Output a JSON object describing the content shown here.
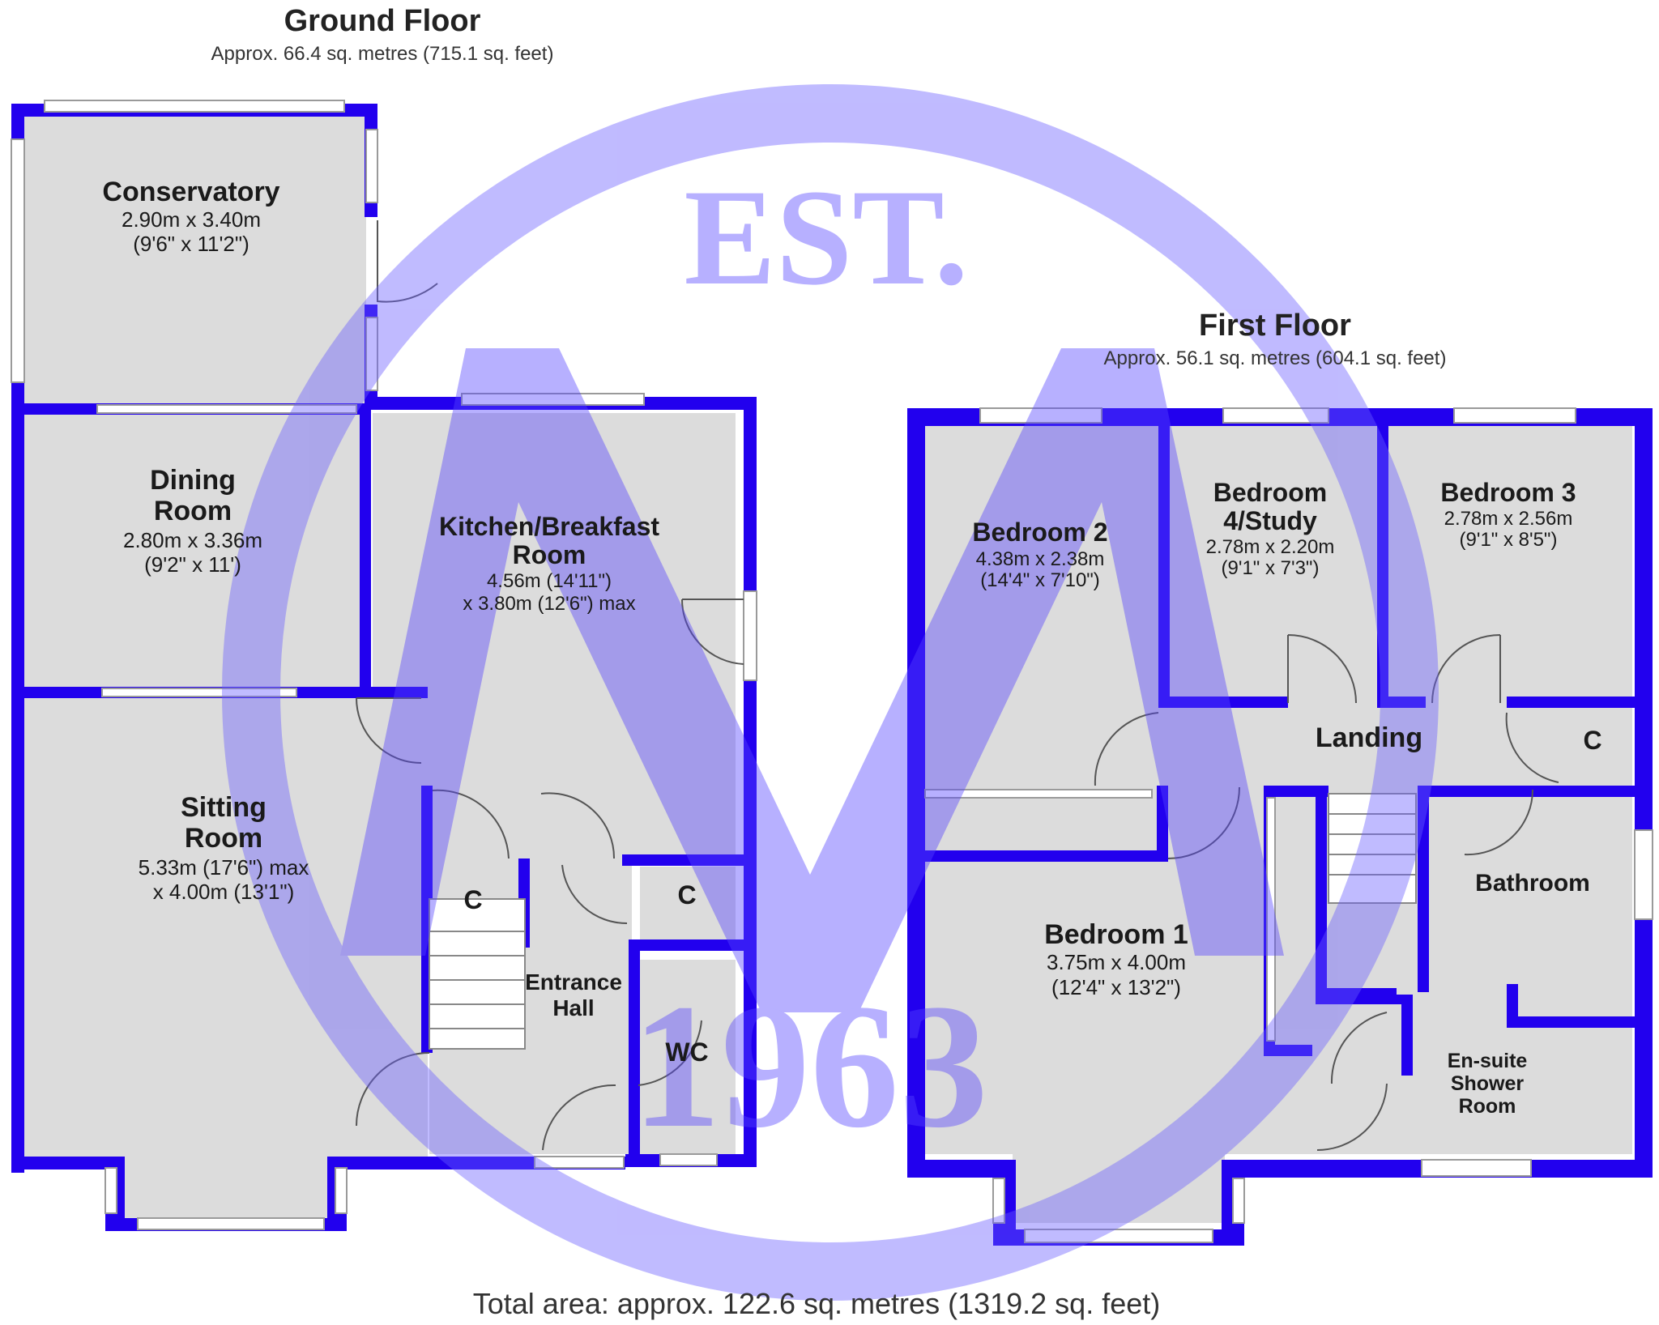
{
  "watermark": {
    "est": "EST.",
    "year": "1963",
    "color": "#6a5cff"
  },
  "colors": {
    "wall": "#2200ee",
    "floor": "#dcdcdc",
    "text": "#1a1a1a"
  },
  "ground_floor": {
    "title": "Ground Floor",
    "area": "Approx. 66.4 sq. metres (715.1 sq. feet)",
    "conservatory": {
      "name": "Conservatory",
      "dim1": "2.90m x 3.40m",
      "dim2": "(9'6\" x 11'2\")"
    },
    "dining": {
      "name1": "Dining",
      "name2": "Room",
      "dim1": "2.80m x 3.36m",
      "dim2": "(9'2\" x 11')"
    },
    "kitchen": {
      "name1": "Kitchen/Breakfast",
      "name2": "Room",
      "dim1": "4.56m (14'11\")",
      "dim2": "x 3.80m (12'6\") max"
    },
    "sitting": {
      "name1": "Sitting",
      "name2": "Room",
      "dim1": "5.33m (17'6\") max",
      "dim2": "x 4.00m (13'1\")"
    },
    "cupboard1": "C",
    "cupboard2": "C",
    "hall": {
      "name1": "Entrance",
      "name2": "Hall"
    },
    "wc": "WC"
  },
  "first_floor": {
    "title": "First Floor",
    "area": "Approx. 56.1 sq. metres (604.1 sq. feet)",
    "bedroom2": {
      "name": "Bedroom 2",
      "dim1": "4.38m x 2.38m",
      "dim2": "(14'4\" x 7'10\")"
    },
    "bedroom4": {
      "name1": "Bedroom",
      "name2": "4/Study",
      "dim1": "2.78m x 2.20m",
      "dim2": "(9'1\" x 7'3\")"
    },
    "bedroom3": {
      "name": "Bedroom 3",
      "dim1": "2.78m x 2.56m",
      "dim2": "(9'1\" x 8'5\")"
    },
    "landing": "Landing",
    "cupboard": "C",
    "bathroom": "Bathroom",
    "bedroom1": {
      "name": "Bedroom 1",
      "dim1": "3.75m x 4.00m",
      "dim2": "(12'4\" x 13'2\")"
    },
    "ensuite": {
      "name1": "En-suite",
      "name2": "Shower",
      "name3": "Room"
    }
  },
  "total_area": "Total area: approx. 122.6 sq. metres (1319.2 sq. feet)"
}
